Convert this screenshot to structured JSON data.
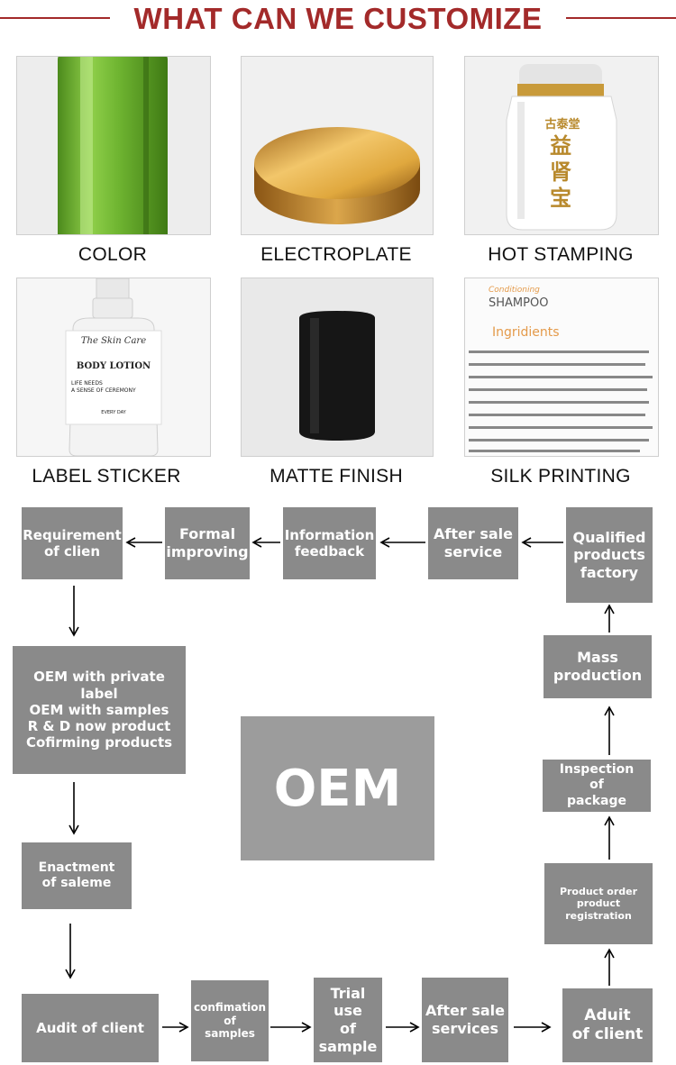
{
  "header": {
    "title": "WHAT CAN WE CUSTOMIZE"
  },
  "customize": {
    "items": [
      {
        "label": "COLOR"
      },
      {
        "label": "ELECTROPLATE"
      },
      {
        "label": "HOT STAMPING"
      },
      {
        "label": "LABEL STICKER"
      },
      {
        "label": "MATTE FINISH"
      },
      {
        "label": "SILK PRINTING"
      }
    ],
    "hot_stamping_text": {
      "brand": "古泰堂",
      "name": "益肾宝"
    },
    "label_sticker_text": {
      "brand": "The Skin Care",
      "product": "BODY LOTION",
      "line1": "LIFE NEEDS",
      "line2": "A SENSE OF CEREMONY",
      "line3": "EVERY DAY"
    },
    "silk_printing_text": {
      "sub": "Conditioning",
      "name": "SHAMPOO",
      "heading": "Ingridients"
    }
  },
  "flow": {
    "center": "OEM",
    "steps": {
      "requirement": "Requirement\nof clien",
      "formal": "Formal\nimproving",
      "feedback": "Information\nfeedback",
      "after_sale_service": "After sale\nservice",
      "qualified": "Qualified\nproducts\nfactory",
      "oem_options": "OEM with private label\nOEM with samples\nR & D now product\nCofirming products",
      "mass": "Mass\nproduction",
      "inspection": "Inspection\nof\npackage",
      "enactment": "Enactment\nof saleme",
      "product_order": "Product order\nproduct registration",
      "audit": "Audit of client",
      "confirmation": "confimation\nof\nsamples",
      "trial": "Trial use\nof\nsample",
      "after_sale_services": "After sale\nservices",
      "aduit": "Aduit\nof client"
    }
  },
  "colors": {
    "title": "#a32a2a",
    "box": "#8a8a8a",
    "oem": "#9c9c9c"
  }
}
